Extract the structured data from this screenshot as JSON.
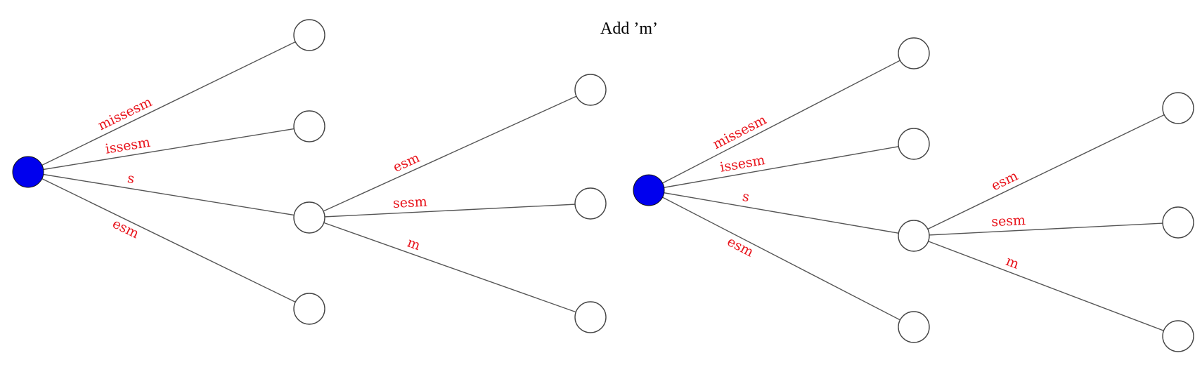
{
  "title": "Add ’m’",
  "colors": {
    "root_fill": "#0000ee",
    "label_color": "#e8131b",
    "edge_color": "#555555",
    "node_stroke": "#444444"
  },
  "trees": [
    {
      "name": "left-tree",
      "root_edges": [
        {
          "label": "missesm"
        },
        {
          "label": "issesm"
        },
        {
          "label": "s"
        },
        {
          "label": "esm"
        }
      ],
      "child_edges": [
        {
          "label": "esm"
        },
        {
          "label": "sesm"
        },
        {
          "label": "m"
        }
      ]
    },
    {
      "name": "right-tree",
      "root_edges": [
        {
          "label": "missesm"
        },
        {
          "label": "issesm"
        },
        {
          "label": "s"
        },
        {
          "label": "esm"
        }
      ],
      "child_edges": [
        {
          "label": "esm"
        },
        {
          "label": "sesm"
        },
        {
          "label": "m"
        }
      ]
    }
  ]
}
